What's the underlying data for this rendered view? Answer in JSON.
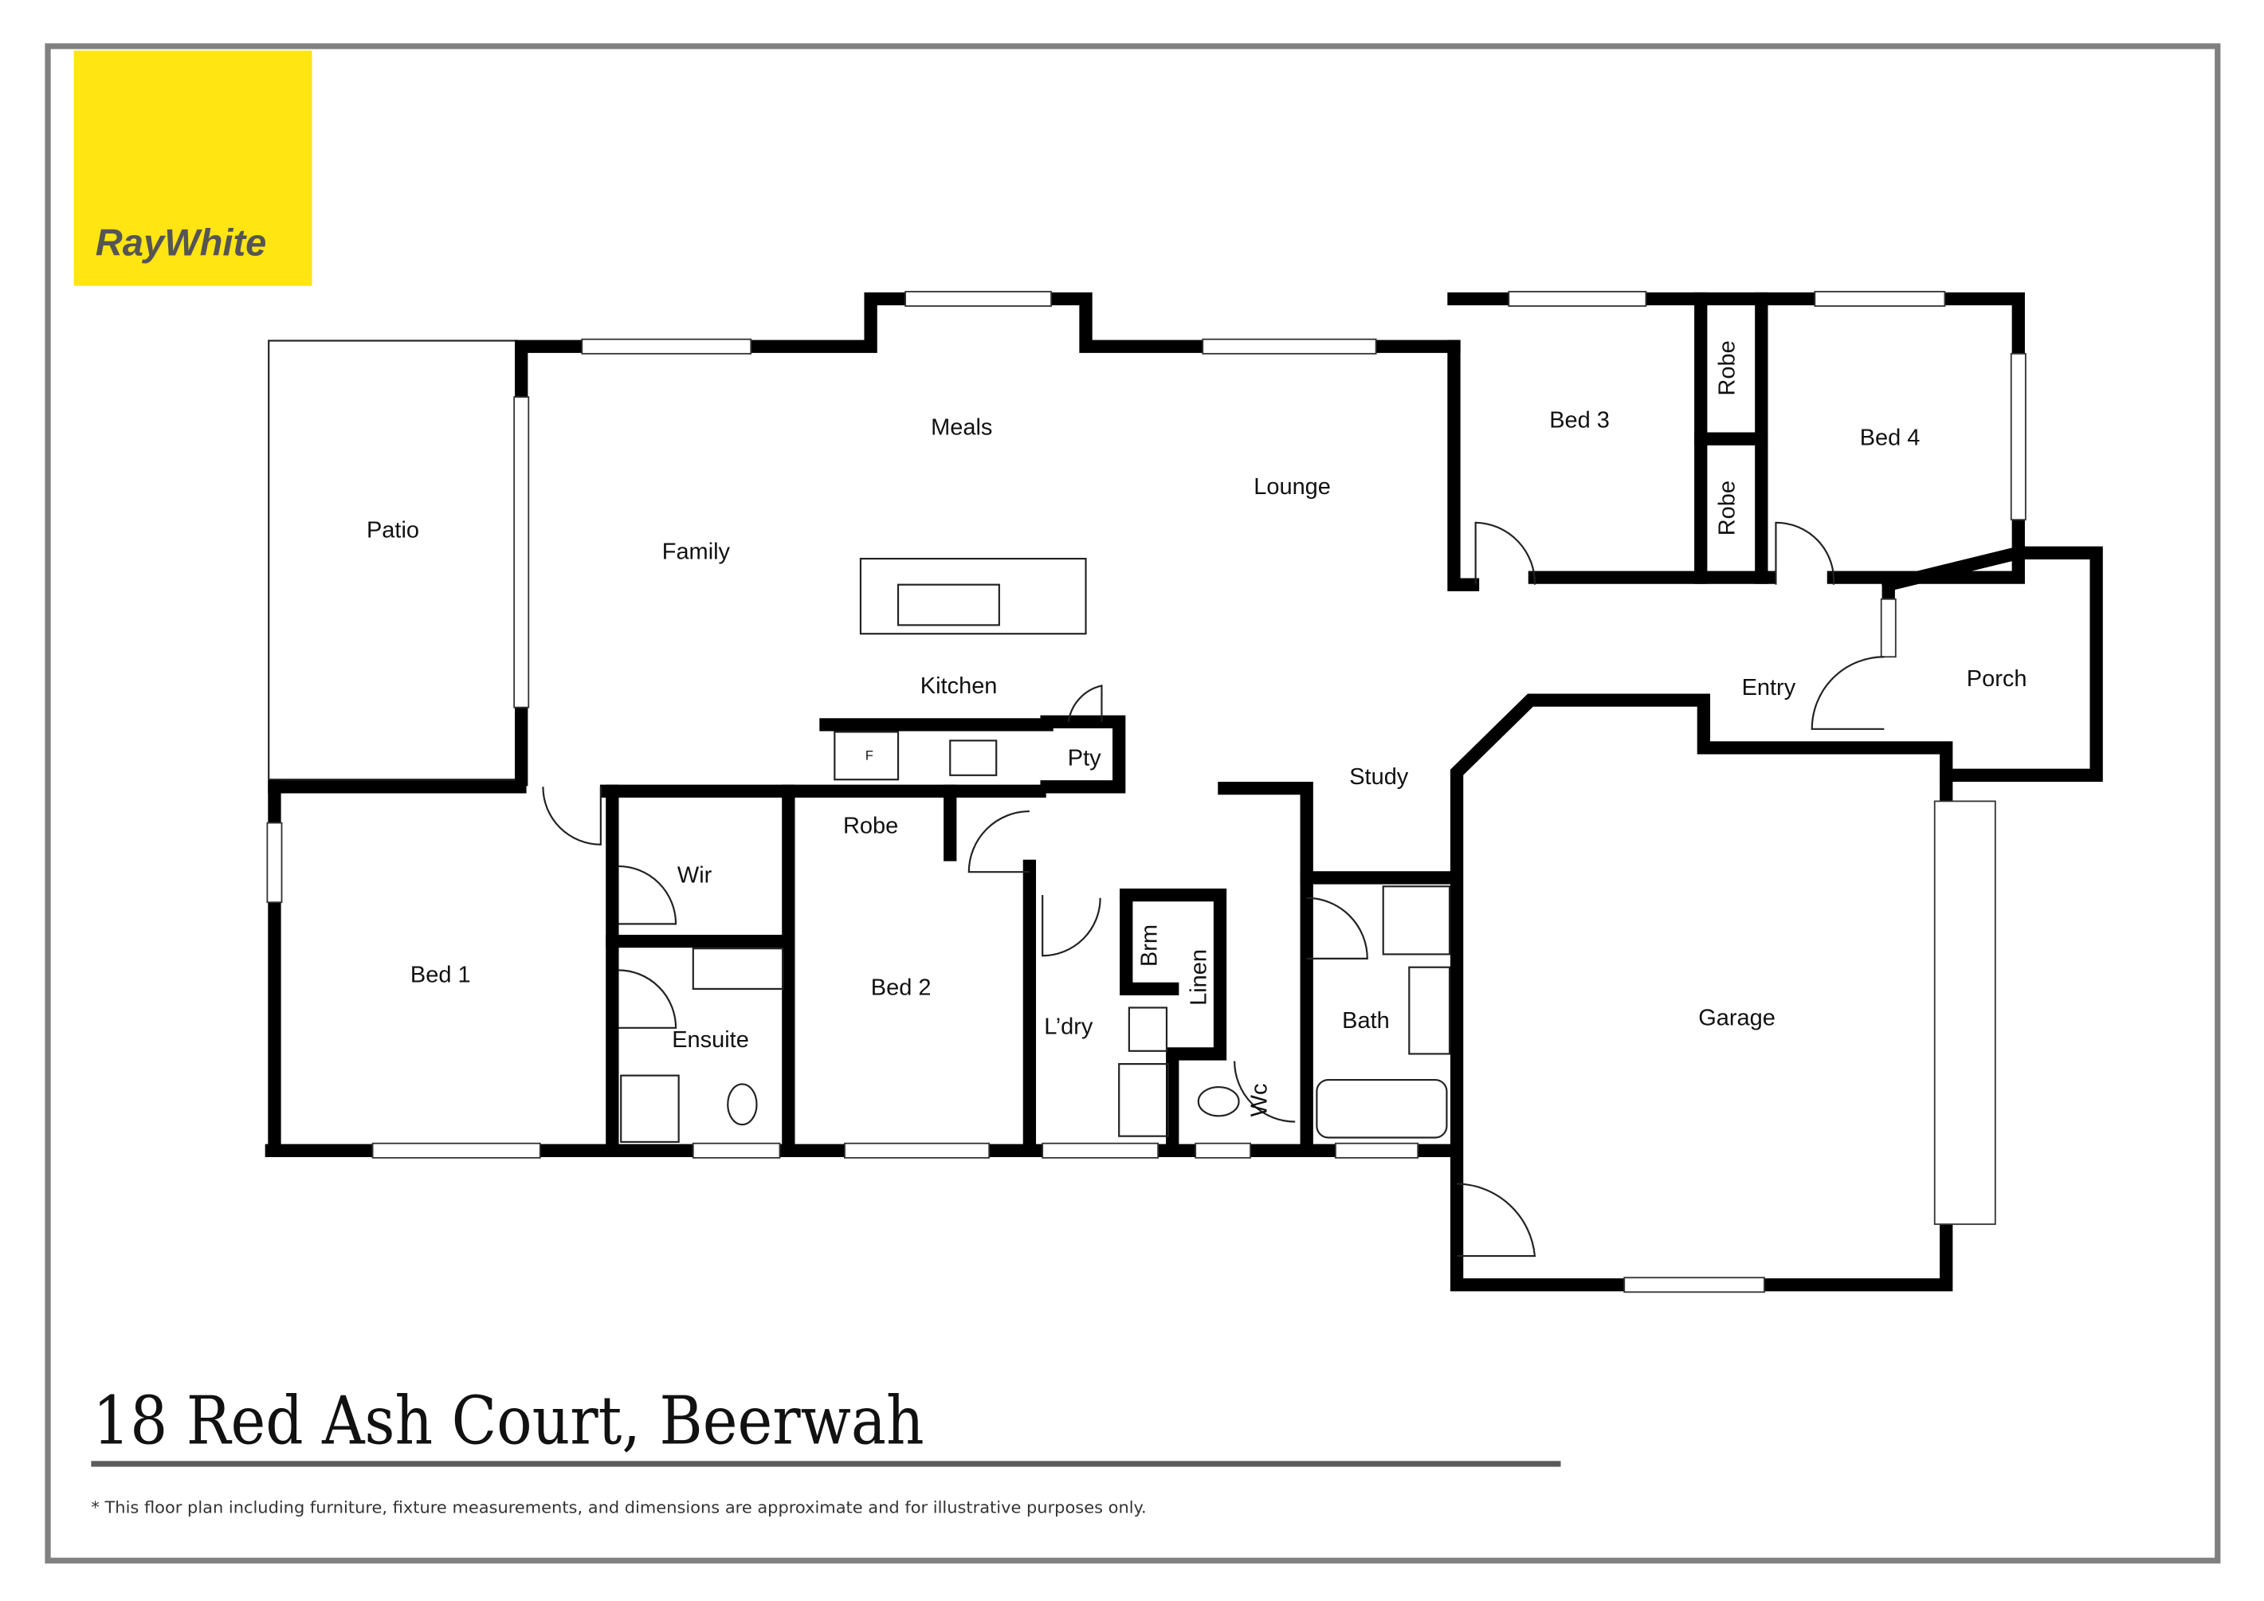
{
  "brand": {
    "name": "RayWhite",
    "color": "#FFE512",
    "text_color": "#555555"
  },
  "rooms": {
    "patio": "Patio",
    "family": "Family",
    "meals": "Meals",
    "lounge": "Lounge",
    "kitchen": "Kitchen",
    "pty": "Pty",
    "bed1": "Bed 1",
    "wir": "Wir",
    "ensuite": "Ensuite",
    "robe_bed2": "Robe",
    "bed2": "Bed 2",
    "laundry": "L’dry",
    "brm": "Brm",
    "linen": "Linen",
    "wc": "Wc",
    "study": "Study",
    "bath": "Bath",
    "bed3": "Bed 3",
    "robe1": "Robe",
    "robe2": "Robe",
    "bed4": "Bed 4",
    "entry": "Entry",
    "porch": "Porch",
    "garage": "Garage",
    "fridge": "F"
  },
  "title": "18 Red Ash Court, Beerwah",
  "disclaimer": "* This floor plan including furniture, fixture measurements, and dimensions are approximate and for illustrative purposes only.",
  "colors": {
    "frame": "#808080",
    "title_rule": "#5a5a5a",
    "walls": "#000000"
  }
}
